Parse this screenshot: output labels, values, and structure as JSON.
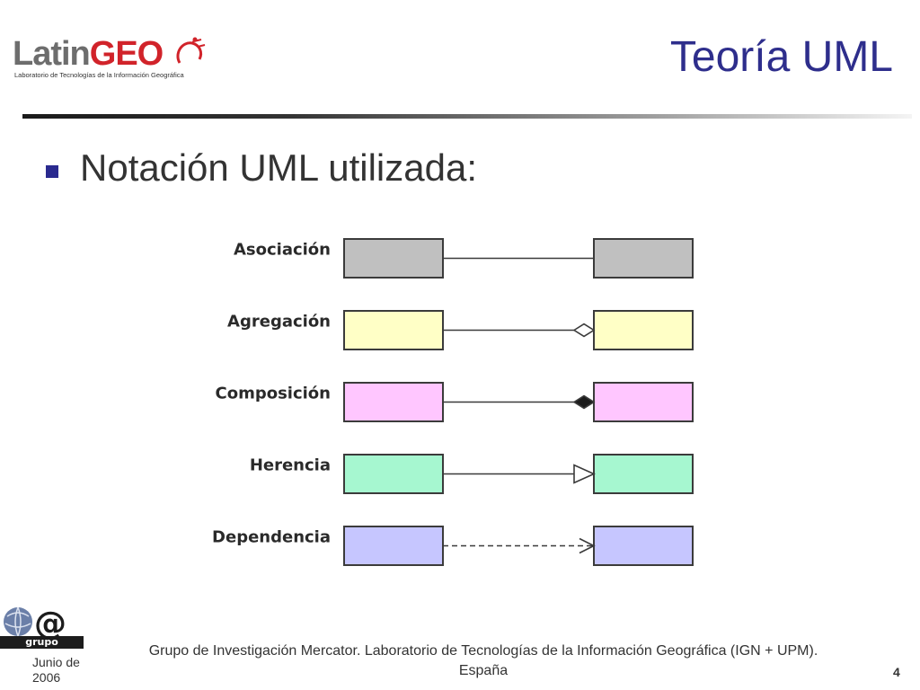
{
  "header": {
    "logo_text_gray": "Latin",
    "logo_text_red": "GEO",
    "logo_subtitle": "Laboratorio de Tecnologías de la Información Geográfica",
    "title": "Teoría UML"
  },
  "bullet": {
    "text": "Notación UML utilizada:"
  },
  "diagram": {
    "relations": [
      {
        "label": "Asociación",
        "box_color": "#c0c0c0",
        "line": "solid",
        "end": "none"
      },
      {
        "label": "Agregación",
        "box_color": "#ffffc6",
        "line": "solid",
        "end": "hollow-diamond"
      },
      {
        "label": "Composición",
        "box_color": "#ffc6ff",
        "line": "solid",
        "end": "filled-diamond"
      },
      {
        "label": "Herencia",
        "box_color": "#a6f7d0",
        "line": "solid",
        "end": "hollow-triangle"
      },
      {
        "label": "Dependencia",
        "box_color": "#c6c6ff",
        "line": "dashed",
        "end": "open-arrow"
      }
    ]
  },
  "footer": {
    "logo_text": "grupo mercator",
    "date": "Junio de 2006",
    "description_line1": "Grupo de Investigación Mercator. Laboratorio de Tecnologías de la Información Geográfica (IGN + UPM).",
    "description_line2": "España",
    "page_number": "4"
  },
  "colors": {
    "title": "#2e2e8c",
    "bullet": "#2a2a8f",
    "logo_red": "#d1232a"
  }
}
